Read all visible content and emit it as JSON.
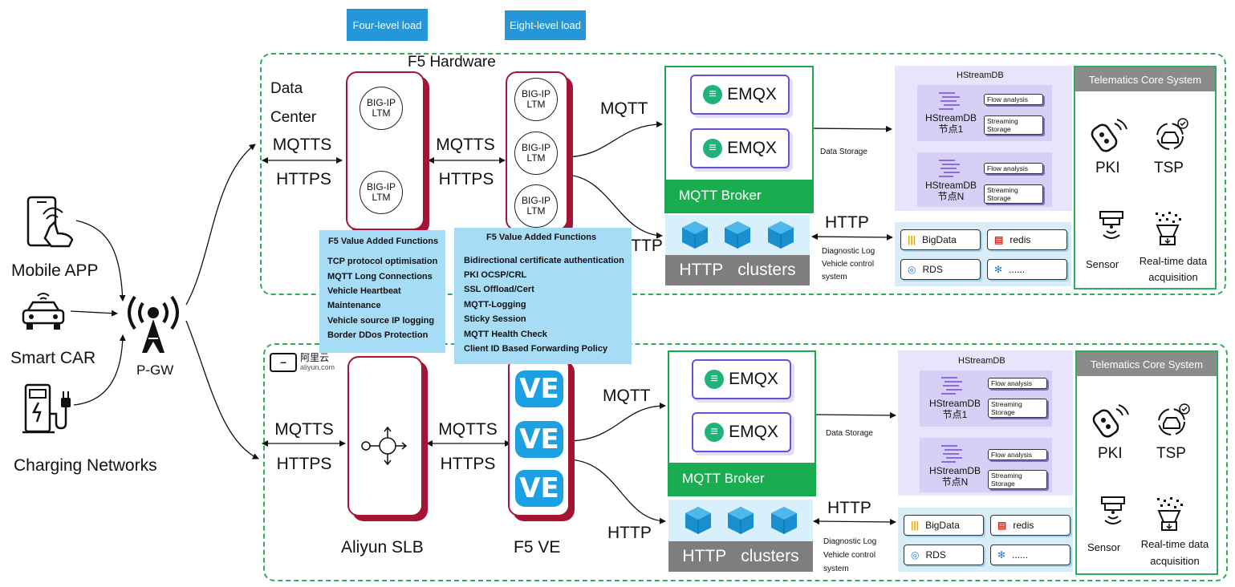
{
  "load_tags": {
    "four_level": "Four-level load",
    "eight_level": "Eight-level load"
  },
  "clients": {
    "mobile_app": "Mobile APP",
    "smart_car": "Smart CAR",
    "charging": "Charging Networks",
    "gateway": "P-GW"
  },
  "top": {
    "data_center": "Data Center",
    "hardware_title": "F5 Hardware",
    "ltm": [
      "BIG-IP",
      "LTM"
    ],
    "protocols_in": [
      "MQTTS",
      "HTTPS"
    ],
    "protocols_mid": [
      "MQTTS",
      "HTTPS"
    ],
    "mqtt": "MQTT",
    "http_label": "HTTP",
    "emqx": "EMQX",
    "broker": "MQTT Broker",
    "http_clusters": [
      "HTTP",
      "clusters"
    ],
    "data_storage": "Data Storage",
    "http_right": "HTTP",
    "diag": [
      "Diagnostic Log",
      "Vehicle control",
      "system"
    ]
  },
  "bottom": {
    "aliyun_brand": "阿里云",
    "aliyun_domain": "aliyun.com",
    "slb_label": "Aliyun  SLB",
    "ve_title": "F5 VE",
    "ve": "VE",
    "protocols_in": [
      "MQTTS",
      "HTTPS"
    ],
    "protocols_mid": [
      "MQTTS",
      "HTTPS"
    ],
    "mqtt": "MQTT",
    "http_label": "HTTP",
    "emqx": "EMQX",
    "broker": "MQTT Broker",
    "http_clusters": [
      "HTTP",
      "clusters"
    ],
    "data_storage": "Data Storage",
    "http_right": "HTTP",
    "diag": [
      "Diagnostic Log",
      "Vehicle control",
      "system"
    ]
  },
  "hstream": {
    "title": "HStreamDB",
    "node1": [
      "HStreamDB",
      "节点1"
    ],
    "nodeN": [
      "HStreamDB",
      "节点N"
    ],
    "flow": "Flow analysis",
    "streaming": [
      "Streaming",
      "Storage"
    ]
  },
  "storage": {
    "bigdata": "BigData",
    "redis": "redis",
    "rds": "RDS",
    "more": "......"
  },
  "tcs": {
    "title": "Telematics Core System",
    "pki": "PKI",
    "tsp": "TSP",
    "sensor": "Sensor",
    "rtda": [
      "Real-time data",
      "acquisition"
    ]
  },
  "f5_left": {
    "title": "F5 Value Added Functions",
    "items": [
      "TCP protocol optimisation",
      "MQTT Long Connections",
      "Vehicle Heartbeat",
      "Maintenance",
      "Vehicle source IP logging",
      "Border DDos Protection"
    ]
  },
  "f5_right": {
    "title": "F5 Value Added Functions",
    "items": [
      "Bidirectional certificate authentication",
      "PKI OCSP/CRL",
      "SSL Offload/Cert",
      "MQTT-Logging",
      "Sticky Session",
      "MQTT Health Check",
      "Client ID Based Forwarding Policy"
    ]
  },
  "colors": {
    "accent_green": "#2eae5c",
    "f5_red": "#a51434",
    "emqx_purple": "#6b4fd8",
    "ve_blue": "#1aa0e3",
    "info_blue": "#a6dcf5"
  }
}
